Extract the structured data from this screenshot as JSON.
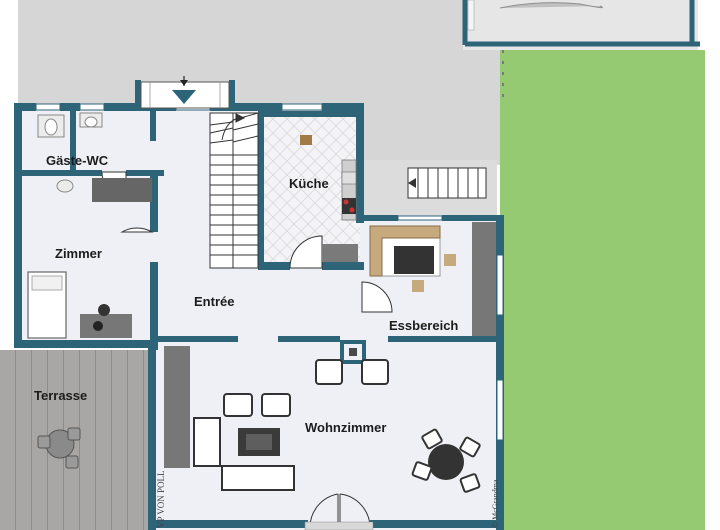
{
  "plan": {
    "rooms": {
      "gaeste_wc": "Gäste-WC",
      "kueche": "Küche",
      "zimmer": "Zimmer",
      "entree": "Entrée",
      "essbereich": "Essbereich",
      "terrasse": "Terrasse",
      "wohnzimmer": "Wohnzimmer"
    },
    "watermark_logo": "VP VON POLL",
    "credit": "© McGrandma"
  },
  "colors": {
    "wall": "#2e6478",
    "floor": "#eff0f5",
    "lawn": "#96ca73",
    "terrace": "#a5a3a1",
    "paving": "#d3d3d3",
    "furniture": "#505050"
  }
}
